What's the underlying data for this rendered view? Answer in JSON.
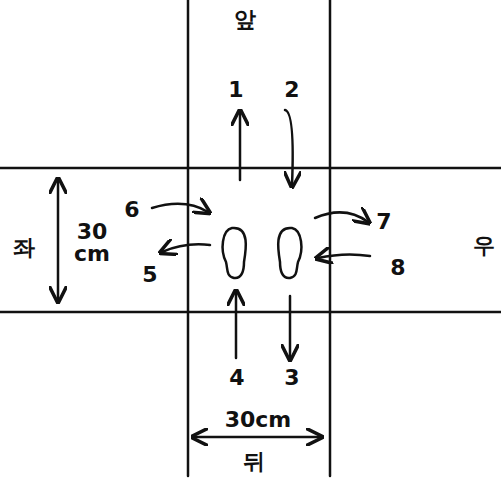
{
  "diagram": {
    "labels": [
      "앞",
      "1",
      "2",
      "6",
      "7",
      "좌",
      "30 cm",
      "우",
      "5",
      "8",
      "4",
      "3",
      "30cm",
      "뒤"
    ]
  }
}
